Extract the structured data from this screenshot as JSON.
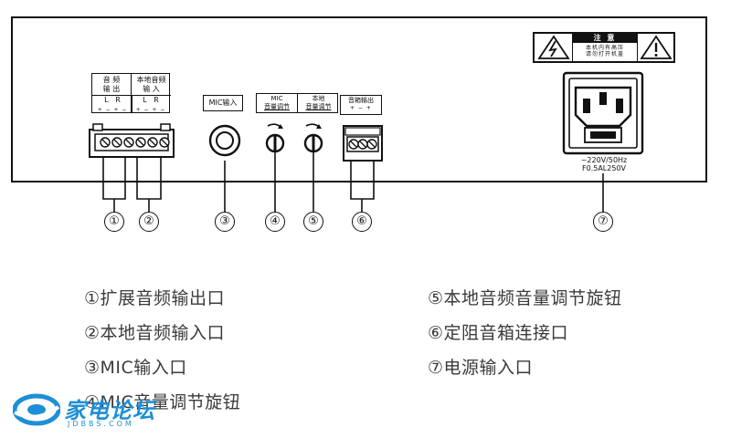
{
  "panel": {
    "ext_out": {
      "line1": "音 频",
      "line2": "输 出"
    },
    "local_in": {
      "line1": "本地音频",
      "line2": "输    入"
    },
    "lr_left": {
      "l": "L",
      "r": "R",
      "pm": "+ − + −"
    },
    "lr_right": {
      "l": "L",
      "r": "R",
      "pm": "+ − + −"
    },
    "mic_in": "MIC输入",
    "mic_vol": {
      "line1": "MIC",
      "line2": "音量调节"
    },
    "local_vol": {
      "line1": "本地",
      "line2": "音量调节"
    },
    "speaker_out": {
      "title": "音箱输出",
      "pm": "+  −  +"
    },
    "warning": {
      "title": "注 意",
      "line1": "本机内有高压",
      "line2": "请勿打开机盖"
    },
    "power_spec": {
      "line1": "~220V/50Hz",
      "line2": "F0.5AL250V"
    }
  },
  "callouts": [
    "①",
    "②",
    "③",
    "④",
    "⑤",
    "⑥",
    "⑦"
  ],
  "legend": {
    "item1": "①扩展音频输出口",
    "item2": "②本地音频输入口",
    "item3": "③MIC输入口",
    "item4": "④MIC音量调节旋钮",
    "item5": "⑤本地音频音量调节旋钮",
    "item6": "⑥定阻音箱连接口",
    "item7": "⑦电源输入口"
  },
  "watermark": {
    "name": "家电论坛",
    "site": "JDBBS.COM"
  },
  "colors": {
    "legend_text": "#3b3b3b",
    "logo_blue": "#1e8fd6"
  }
}
